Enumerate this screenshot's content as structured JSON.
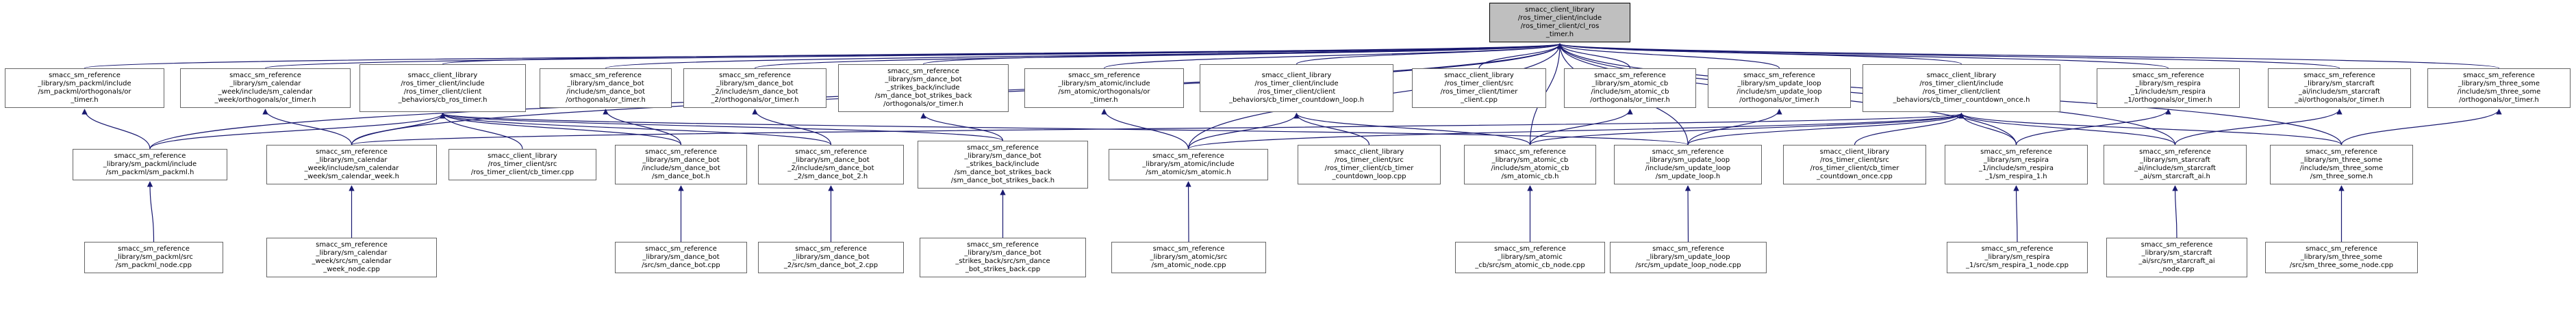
{
  "diagram": {
    "colors": {
      "edge": "#191970",
      "node_border": "#666666",
      "root_fill": "#bfbfbf"
    },
    "nodes": [
      {
        "id": "root",
        "lines": [
          "smacc_client_library",
          "/ros_timer_client/include",
          "/ros_timer_client/cl_ros",
          "_timer.h"
        ]
      },
      {
        "id": "pk_or",
        "lines": [
          "smacc_sm_reference",
          "_library/sm_packml/include",
          "/sm_packml/orthogonals/or",
          "_timer.h"
        ]
      },
      {
        "id": "cw_or",
        "lines": [
          "smacc_sm_reference",
          "_library/sm_calendar",
          "_week/include/sm_calendar",
          "_week/orthogonals/or_timer.h"
        ]
      },
      {
        "id": "cb_h",
        "lines": [
          "smacc_client_library",
          "/ros_timer_client/include",
          "/ros_timer_client/client",
          "_behaviors/cb_ros_timer.h"
        ]
      },
      {
        "id": "db_or",
        "lines": [
          "smacc_sm_reference",
          "_library/sm_dance_bot",
          "/include/sm_dance_bot",
          "/orthogonals/or_timer.h"
        ]
      },
      {
        "id": "db2_or",
        "lines": [
          "smacc_sm_reference",
          "_library/sm_dance_bot",
          "_2/include/sm_dance_bot",
          "_2/orthogonals/or_timer.h"
        ]
      },
      {
        "id": "dbs_or",
        "lines": [
          "smacc_sm_reference",
          "_library/sm_dance_bot",
          "_strikes_back/include",
          "/sm_dance_bot_strikes_back",
          "/orthogonals/or_timer.h"
        ]
      },
      {
        "id": "at_or",
        "lines": [
          "smacc_sm_reference",
          "_library/sm_atomic/include",
          "/sm_atomic/orthogonals/or",
          "_timer.h"
        ]
      },
      {
        "id": "cd_h",
        "lines": [
          "smacc_client_library",
          "/ros_timer_client/include",
          "/ros_timer_client/client",
          "_behaviors/cb_timer_countdown_loop.h"
        ]
      },
      {
        "id": "tc_cpp",
        "lines": [
          "smacc_client_library",
          "/ros_timer_client/src",
          "/ros_timer_client/timer",
          "_client.cpp"
        ]
      },
      {
        "id": "acb_or",
        "lines": [
          "smacc_sm_reference",
          "_library/sm_atomic_cb",
          "/include/sm_atomic_cb",
          "/orthogonals/or_timer.h"
        ]
      },
      {
        "id": "ul_or",
        "lines": [
          "smacc_sm_reference",
          "_library/sm_update_loop",
          "/include/sm_update_loop",
          "/orthogonals/or_timer.h"
        ]
      },
      {
        "id": "co_h",
        "lines": [
          "smacc_client_library",
          "/ros_timer_client/include",
          "/ros_timer_client/client",
          "_behaviors/cb_timer_countdown_once.h"
        ]
      },
      {
        "id": "rs_or",
        "lines": [
          "smacc_sm_reference",
          "_library/sm_respira",
          "_1/include/sm_respira",
          "_1/orthogonals/or_timer.h"
        ]
      },
      {
        "id": "sc_or",
        "lines": [
          "smacc_sm_reference",
          "_library/sm_starcraft",
          "_ai/include/sm_starcraft",
          "_ai/orthogonals/or_timer.h"
        ]
      },
      {
        "id": "ts_or",
        "lines": [
          "smacc_sm_reference",
          "_library/sm_three_some",
          "/include/sm_three_some",
          "/orthogonals/or_timer.h"
        ]
      },
      {
        "id": "pk_h",
        "lines": [
          "smacc_sm_reference",
          "_library/sm_packml/include",
          "/sm_packml/sm_packml.h"
        ]
      },
      {
        "id": "cw_h",
        "lines": [
          "smacc_sm_reference",
          "_library/sm_calendar",
          "_week/include/sm_calendar",
          "_week/sm_calendar_week.h"
        ]
      },
      {
        "id": "cbt_cpp",
        "lines": [
          "smacc_client_library",
          "/ros_timer_client/src",
          "/ros_timer_client/cb_timer.cpp"
        ]
      },
      {
        "id": "db_h",
        "lines": [
          "smacc_sm_reference",
          "_library/sm_dance_bot",
          "/include/sm_dance_bot",
          "/sm_dance_bot.h"
        ]
      },
      {
        "id": "db2_h",
        "lines": [
          "smacc_sm_reference",
          "_library/sm_dance_bot",
          "_2/include/sm_dance_bot",
          "_2/sm_dance_bot_2.h"
        ]
      },
      {
        "id": "dbs_h",
        "lines": [
          "smacc_sm_reference",
          "_library/sm_dance_bot",
          "_strikes_back/include",
          "/sm_dance_bot_strikes_back",
          "/sm_dance_bot_strikes_back.h"
        ]
      },
      {
        "id": "at_h",
        "lines": [
          "smacc_sm_reference",
          "_library/sm_atomic/include",
          "/sm_atomic/sm_atomic.h"
        ]
      },
      {
        "id": "cdl_cpp",
        "lines": [
          "smacc_client_library",
          "/ros_timer_client/src",
          "/ros_timer_client/cb_timer",
          "_countdown_loop.cpp"
        ]
      },
      {
        "id": "acb_h",
        "lines": [
          "smacc_sm_reference",
          "_library/sm_atomic_cb",
          "/include/sm_atomic_cb",
          "/sm_atomic_cb.h"
        ]
      },
      {
        "id": "ul_h",
        "lines": [
          "smacc_sm_reference",
          "_library/sm_update_loop",
          "/include/sm_update_loop",
          "/sm_update_loop.h"
        ]
      },
      {
        "id": "cdo_cpp",
        "lines": [
          "smacc_client_library",
          "/ros_timer_client/src",
          "/ros_timer_client/cb_timer",
          "_countdown_once.cpp"
        ]
      },
      {
        "id": "rs_h",
        "lines": [
          "smacc_sm_reference",
          "_library/sm_respira",
          "_1/include/sm_respira",
          "_1/sm_respira_1.h"
        ]
      },
      {
        "id": "sc_h",
        "lines": [
          "smacc_sm_reference",
          "_library/sm_starcraft",
          "_ai/include/sm_starcraft",
          "_ai/sm_starcraft_ai.h"
        ]
      },
      {
        "id": "ts_h",
        "lines": [
          "smacc_sm_reference",
          "_library/sm_three_some",
          "/include/sm_three_some",
          "/sm_three_some.h"
        ]
      },
      {
        "id": "pk_node",
        "lines": [
          "smacc_sm_reference",
          "_library/sm_packml/src",
          "/sm_packml_node.cpp"
        ]
      },
      {
        "id": "cw_node",
        "lines": [
          "smacc_sm_reference",
          "_library/sm_calendar",
          "_week/src/sm_calendar",
          "_week_node.cpp"
        ]
      },
      {
        "id": "db_node",
        "lines": [
          "smacc_sm_reference",
          "_library/sm_dance_bot",
          "/src/sm_dance_bot.cpp"
        ]
      },
      {
        "id": "db2_node",
        "lines": [
          "smacc_sm_reference",
          "_library/sm_dance_bot",
          "_2/src/sm_dance_bot_2.cpp"
        ]
      },
      {
        "id": "dbs_node",
        "lines": [
          "smacc_sm_reference",
          "_library/sm_dance_bot",
          "_strikes_back/src/sm_dance",
          "_bot_strikes_back.cpp"
        ]
      },
      {
        "id": "at_node",
        "lines": [
          "smacc_sm_reference",
          "_library/sm_atomic/src",
          "/sm_atomic_node.cpp"
        ]
      },
      {
        "id": "acb_node",
        "lines": [
          "smacc_sm_reference",
          "_library/sm_atomic",
          "_cb/src/sm_atomic_cb_node.cpp"
        ]
      },
      {
        "id": "ul_node",
        "lines": [
          "smacc_sm_reference",
          "_library/sm_update_loop",
          "/src/sm_update_loop_node.cpp"
        ]
      },
      {
        "id": "rs_node",
        "lines": [
          "smacc_sm_reference",
          "_library/sm_respira",
          "_1/src/sm_respira_1_node.cpp"
        ]
      },
      {
        "id": "sc_node",
        "lines": [
          "smacc_sm_reference",
          "_library/sm_starcraft",
          "_ai/src/sm_starcraft_ai",
          "_node.cpp"
        ]
      },
      {
        "id": "ts_node",
        "lines": [
          "smacc_sm_reference",
          "_library/sm_three_some",
          "/src/sm_three_some_node.cpp"
        ]
      }
    ],
    "edges": [
      [
        "pk_or",
        "root"
      ],
      [
        "cw_or",
        "root"
      ],
      [
        "cb_h",
        "root"
      ],
      [
        "db_or",
        "root"
      ],
      [
        "db2_or",
        "root"
      ],
      [
        "dbs_or",
        "root"
      ],
      [
        "at_or",
        "root"
      ],
      [
        "cd_h",
        "root"
      ],
      [
        "tc_cpp",
        "root"
      ],
      [
        "acb_or",
        "root"
      ],
      [
        "ul_or",
        "root"
      ],
      [
        "co_h",
        "root"
      ],
      [
        "rs_or",
        "root"
      ],
      [
        "sc_or",
        "root"
      ],
      [
        "ts_or",
        "root"
      ],
      [
        "pk_h",
        "root"
      ],
      [
        "cw_h",
        "root"
      ],
      [
        "at_h",
        "root"
      ],
      [
        "acb_h",
        "root"
      ],
      [
        "ul_h",
        "root"
      ],
      [
        "rs_h",
        "root"
      ],
      [
        "sc_h",
        "root"
      ],
      [
        "ts_h",
        "root"
      ],
      [
        "pk_h",
        "pk_or"
      ],
      [
        "cw_h",
        "cw_or"
      ],
      [
        "pk_h",
        "cb_h"
      ],
      [
        "cw_h",
        "cb_h"
      ],
      [
        "cbt_cpp",
        "cb_h"
      ],
      [
        "db_h",
        "cb_h"
      ],
      [
        "db2_h",
        "cb_h"
      ],
      [
        "dbs_h",
        "cb_h"
      ],
      [
        "ul_h",
        "cb_h"
      ],
      [
        "db_h",
        "db_or"
      ],
      [
        "db2_h",
        "db2_or"
      ],
      [
        "dbs_h",
        "dbs_or"
      ],
      [
        "at_h",
        "at_or"
      ],
      [
        "at_h",
        "cd_h"
      ],
      [
        "cdl_cpp",
        "cd_h"
      ],
      [
        "acb_h",
        "cd_h"
      ],
      [
        "acb_h",
        "acb_or"
      ],
      [
        "ul_h",
        "ul_or"
      ],
      [
        "at_h",
        "co_h"
      ],
      [
        "acb_h",
        "co_h"
      ],
      [
        "cw_h",
        "co_h"
      ],
      [
        "ul_h",
        "co_h"
      ],
      [
        "cdo_cpp",
        "co_h"
      ],
      [
        "rs_h",
        "co_h"
      ],
      [
        "sc_h",
        "co_h"
      ],
      [
        "ts_h",
        "co_h"
      ],
      [
        "rs_h",
        "rs_or"
      ],
      [
        "sc_h",
        "sc_or"
      ],
      [
        "ts_h",
        "ts_or"
      ],
      [
        "pk_node",
        "pk_h"
      ],
      [
        "cw_node",
        "cw_h"
      ],
      [
        "db_node",
        "db_h"
      ],
      [
        "db2_node",
        "db2_h"
      ],
      [
        "dbs_node",
        "dbs_h"
      ],
      [
        "at_node",
        "at_h"
      ],
      [
        "acb_node",
        "acb_h"
      ],
      [
        "ul_node",
        "ul_h"
      ],
      [
        "rs_node",
        "rs_h"
      ],
      [
        "sc_node",
        "sc_h"
      ],
      [
        "ts_node",
        "ts_h"
      ]
    ]
  }
}
